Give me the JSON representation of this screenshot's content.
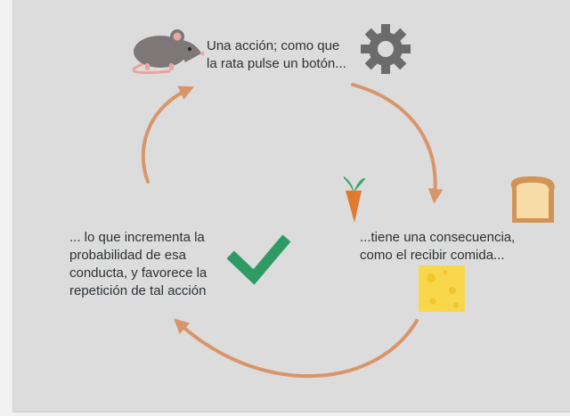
{
  "diagram": {
    "step_action": [
      "Una acción; como que",
      "la rata pulse un botón..."
    ],
    "step_consequence": [
      "...tiene una consecuencia,",
      "como el recibir comida..."
    ],
    "step_reinforcement": [
      "... lo que incrementa la",
      "probabilidad de esa",
      "conducta, y favorece la",
      "repetición de tal acción"
    ]
  },
  "icons": [
    "rat-icon",
    "gear-icon",
    "carrot-icon",
    "bread-icon",
    "cheese-icon",
    "checkmark-icon"
  ],
  "colors": {
    "background": "#dcdcdc",
    "arrow": "#d9956a",
    "gear": "#6b6b6b",
    "rat": "#7d7778",
    "carrot": "#e07a2e",
    "bread": "#f2c98a",
    "cheese": "#f8d84a",
    "check": "#2e9a64",
    "text": "#2d3236"
  }
}
